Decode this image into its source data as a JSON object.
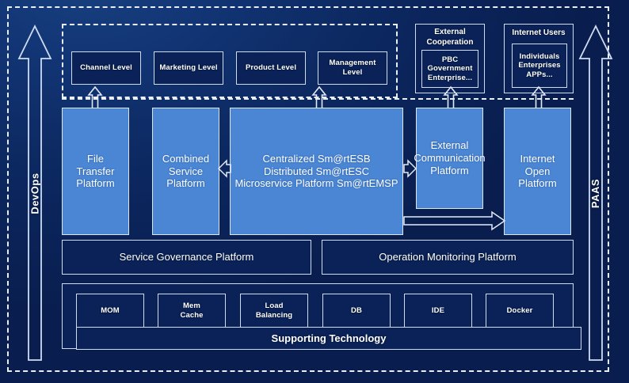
{
  "frame": {
    "left_pillar": {
      "label": "DevOps",
      "icon": "up-arrow-icon"
    },
    "right_pillar": {
      "label": "PAAS",
      "icon": "up-arrow-icon"
    }
  },
  "application_layer": {
    "levels": [
      {
        "label": "Channel Level"
      },
      {
        "label": "Marketing Level"
      },
      {
        "label": "Product Level"
      },
      {
        "label": "Management Level"
      }
    ]
  },
  "external_groups": [
    {
      "title": "External\nCooperation",
      "inner": "PBC Government\nEnterprise..."
    },
    {
      "title": "Internet Users",
      "inner": "Individuals\nEnterprises\nAPPs..."
    }
  ],
  "platform_layer": {
    "platforms": [
      {
        "label": "File\nTransfer\nPlatform"
      },
      {
        "label": "Combined\nService\nPlatform"
      },
      {
        "label": "Centralized Sm@rtESB\nDistributed Sm@rtESC\nMicroservice Platform Sm@rtEMSP"
      },
      {
        "label": "External\nCommunication\nPlatform"
      },
      {
        "label": "Internet\nOpen\nPlatform"
      }
    ]
  },
  "management_layer": {
    "platforms": [
      {
        "label": "Service Governance Platform"
      },
      {
        "label": "Operation Monitoring Platform"
      }
    ]
  },
  "technology_layer": {
    "items": [
      {
        "label": "MOM"
      },
      {
        "label": "Mem\nCache"
      },
      {
        "label": "Load\nBalancing"
      },
      {
        "label": "DB"
      },
      {
        "label": "IDE"
      },
      {
        "label": "Docker"
      }
    ],
    "banner": "Supporting Technology"
  },
  "colors": {
    "background_dark": "#0a2258",
    "background_gradient_light": "#18417f",
    "accent_blue": "#4a86d4",
    "stroke": "#cfdcf2",
    "text": "#ffffff"
  }
}
